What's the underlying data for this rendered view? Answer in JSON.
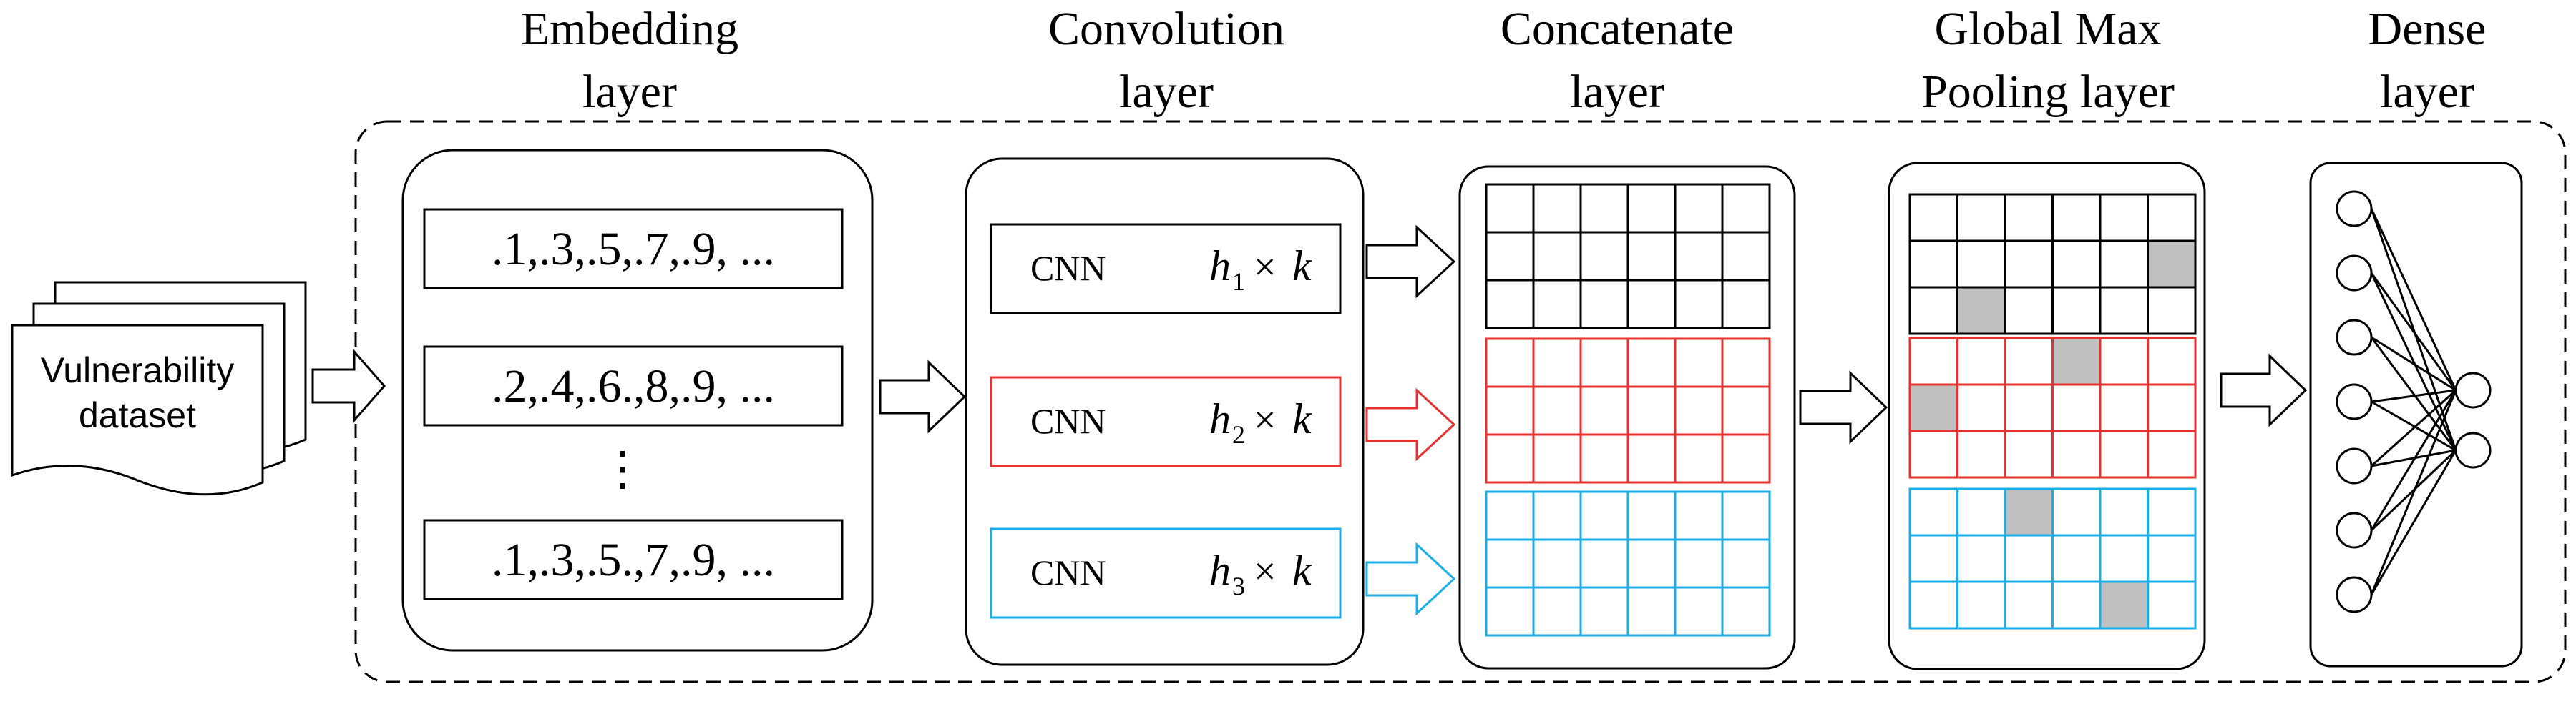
{
  "headers": {
    "embedding": [
      "Embedding",
      "layer"
    ],
    "convolution": [
      "Convolution",
      "layer"
    ],
    "concatenate": [
      "Concatenate",
      "layer"
    ],
    "pooling": [
      "Global Max",
      "Pooling layer"
    ],
    "dense": [
      "Dense",
      "layer"
    ]
  },
  "dataset": {
    "lines": [
      "Vulnerability",
      "dataset"
    ]
  },
  "embedding": {
    "rows": [
      ".1,.3,.5,.7,.9, ...",
      ".2,.4,.6.,8,.9, ...",
      ".1,.3,.5.,7,.9, ..."
    ],
    "ellipsis": "⋮"
  },
  "filters": [
    {
      "label": "CNN",
      "h": "h",
      "sub": "1",
      "times": "×",
      "k": "k",
      "color": "#000000"
    },
    {
      "label": "CNN",
      "h": "h",
      "sub": "2",
      "times": "×",
      "k": "k",
      "color": "#e8302f"
    },
    {
      "label": "CNN",
      "h": "h",
      "sub": "3",
      "times": "×",
      "k": "k",
      "color": "#1aaee8"
    }
  ],
  "colors": {
    "black": "#000000",
    "red": "#e8302f",
    "blue": "#1aaee8",
    "pooled": "#c0c0c0"
  },
  "grid": {
    "rows_per_block": 3,
    "cols": 6
  },
  "pooled_cells": [
    [
      1,
      5
    ],
    [
      2,
      1
    ],
    [
      3,
      3
    ],
    [
      4,
      0
    ],
    [
      6,
      2
    ],
    [
      8,
      4
    ]
  ],
  "dense": {
    "input_nodes": 7,
    "output_nodes": 2
  }
}
